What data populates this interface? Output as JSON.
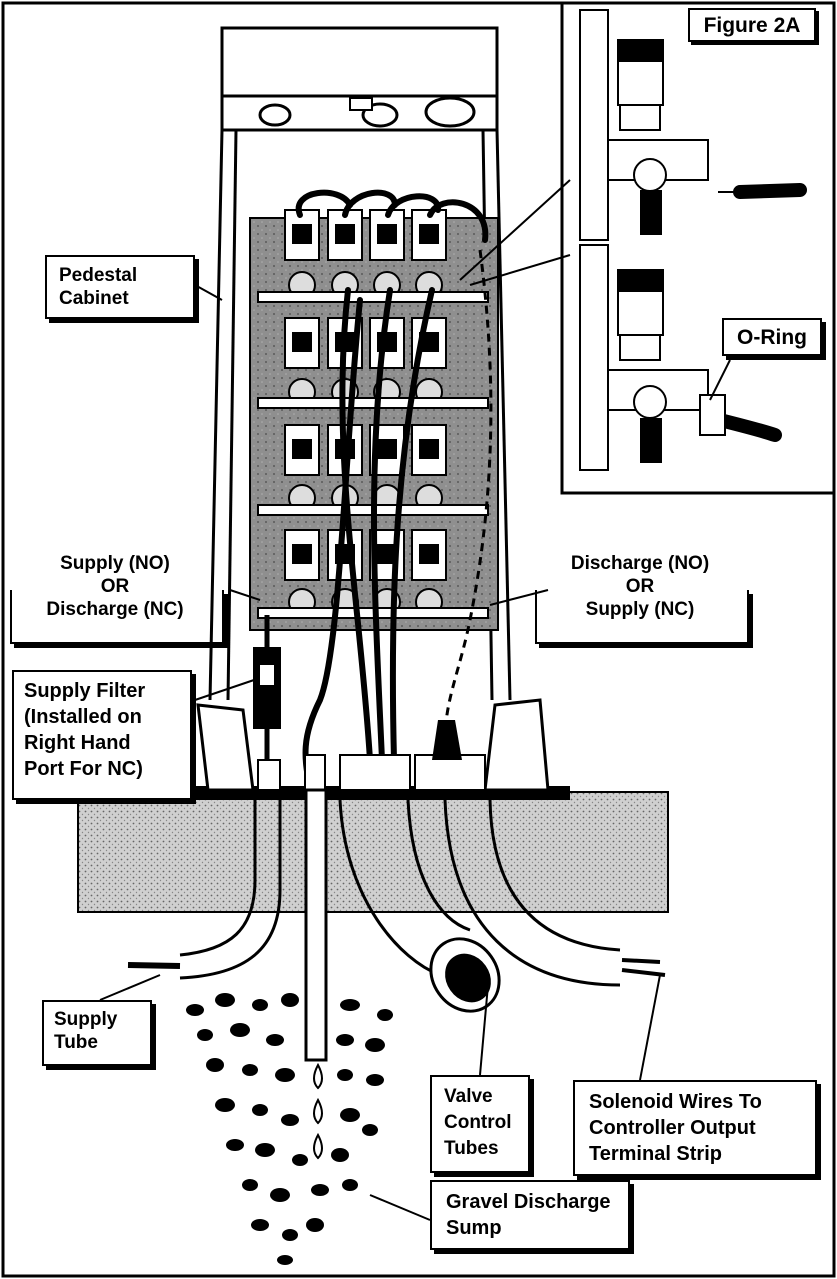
{
  "figure_inset": {
    "title": "Figure 2A",
    "o_ring_label": "O-Ring"
  },
  "labels": {
    "pedestal_cabinet": "Pedestal\nCabinet",
    "supply_no_discharge_nc": "Supply (NO)\nOR\nDischarge (NC)",
    "discharge_no_supply_nc": "Discharge (NO)\nOR\nSupply (NC)",
    "supply_filter": "Supply Filter\n(Installed on\nRight Hand\nPort For NC)",
    "supply_tube": "Supply\nTube",
    "valve_control_tubes": "Valve\nControl\nTubes",
    "solenoid_wires": "Solenoid Wires To\nController Output\nTerminal Strip",
    "gravel_sump": "Gravel Discharge\nSump"
  },
  "colors": {
    "ink": "#000000",
    "paper": "#ffffff",
    "valve_panel": "#8a8a8a",
    "concrete": "#c8c8c8"
  }
}
